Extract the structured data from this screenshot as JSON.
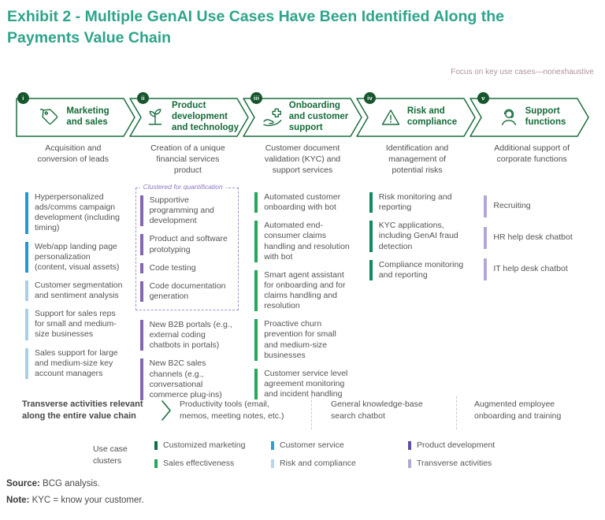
{
  "title_line1": "Exhibit 2 - Multiple GenAI Use Cases Have Been Identified Along the",
  "title_line2": "Payments Value Chain",
  "focus_note": "Focus on key use cases—nonexhaustive",
  "colors": {
    "title_teal": "#2EA48B",
    "stage_green": "#1B6E3F",
    "badge_green": "#17552D",
    "bar_blue": "#2199D6",
    "bar_light_blue": "#A9CFE9",
    "bar_purple": "#8367AF",
    "bar_green": "#27A65A",
    "bar_dark_green": "#0F8A5F",
    "bar_light_purple": "#B5A6D8",
    "cluster_box_purple": "#A38FD0"
  },
  "stages": [
    {
      "numeral": "i",
      "icon": "tag-icon",
      "label": "Marketing\nand sales",
      "description": "Acquisition and\nconversion of leads",
      "use_cases": [
        {
          "text": "Hyperpersonalized ads/comms campaign development (including timing)",
          "color": "#2199D6"
        },
        {
          "text": "Web/app landing page personalization (content, visual assets)",
          "color": "#2199D6"
        },
        {
          "text": "Customer segmentation and sentiment analysis",
          "color": "#A9CFE9"
        },
        {
          "text": "Support for sales reps for small and medium-size businesses",
          "color": "#A9CFE9"
        },
        {
          "text": "Sales support for large and medium-size key account managers",
          "color": "#A9CFE9"
        }
      ]
    },
    {
      "numeral": "ii",
      "icon": "sprout-icon",
      "label": "Product\ndevelopment\nand technology",
      "description": "Creation of a unique\nfinancial services\nproduct",
      "cluster_box_label": "Clustered for quantification",
      "use_cases": [
        {
          "text": "Supportive programming and development",
          "color": "#8367AF"
        },
        {
          "text": "Product and software prototyping",
          "color": "#8367AF"
        },
        {
          "text": "Code testing",
          "color": "#8367AF"
        },
        {
          "text": "Code documentation generation",
          "color": "#8367AF"
        },
        {
          "text": "New B2B portals (e.g., external coding chatbots in portals)",
          "color": "#8367AF"
        },
        {
          "text": "New B2C sales channels (e.g., conversational commerce plug-ins)",
          "color": "#8367AF"
        }
      ]
    },
    {
      "numeral": "iii",
      "icon": "hand-plus-icon",
      "label": "Onboarding\nand customer\nsupport",
      "description": "Customer document\nvalidation (KYC) and\nsupport services",
      "use_cases": [
        {
          "text": "Automated customer onboarding with bot",
          "color": "#27A65A"
        },
        {
          "text": "Automated end-consumer claims handling and resolution with bot",
          "color": "#27A65A"
        },
        {
          "text": "Smart agent assistant for onboarding and for claims handling and resolution",
          "color": "#27A65A"
        },
        {
          "text": "Proactive churn prevention for small and medium-size businesses",
          "color": "#27A65A"
        },
        {
          "text": "Customer service level agreement monitoring and incident handling",
          "color": "#27A65A"
        }
      ]
    },
    {
      "numeral": "iv",
      "icon": "warning-triangle-icon",
      "label": "Risk and\ncompliance",
      "description": "Identification and\nmanagement of\npotential risks",
      "use_cases": [
        {
          "text": "Risk monitoring and reporting",
          "color": "#0F8A5F"
        },
        {
          "text": "KYC applications, including GenAI fraud detection",
          "color": "#0F8A5F"
        },
        {
          "text": "Compliance monitoring and reporting",
          "color": "#0F8A5F"
        }
      ]
    },
    {
      "numeral": "v",
      "icon": "support-person-icon",
      "label": "Support\nfunctions",
      "description": "Additional support of\ncorporate functions",
      "use_cases": [
        {
          "text": "Recruiting",
          "color": "#B5A6D8"
        },
        {
          "text": "HR help desk chatbot",
          "color": "#B5A6D8"
        },
        {
          "text": "IT help desk chatbot",
          "color": "#B5A6D8"
        }
      ]
    }
  ],
  "transverse": {
    "label": "Transverse activities relevant\nalong the entire value chain",
    "items": [
      "Productivity tools (email,\nmemos, meeting notes, etc.)",
      "General knowledge-base\nsearch chatbot",
      "Augmented employee\nonboarding and training"
    ]
  },
  "legend": {
    "label": "Use case\nclusters",
    "items": [
      {
        "label": "Customized marketing",
        "color": "#0E6E46"
      },
      {
        "label": "Sales effectiveness",
        "color": "#27A65A"
      },
      {
        "label": "Customer service",
        "color": "#2B9FD9"
      },
      {
        "label": "Risk and compliance",
        "color": "#B5D6EE"
      },
      {
        "label": "Product development",
        "color": "#5F4D9E"
      },
      {
        "label": "Transverse activities",
        "color": "#B3A5D6"
      }
    ]
  },
  "footer": {
    "source_label": "Source:",
    "source_text": " BCG analysis.",
    "note_label": "Note:",
    "note_text": " KYC = know your customer."
  }
}
